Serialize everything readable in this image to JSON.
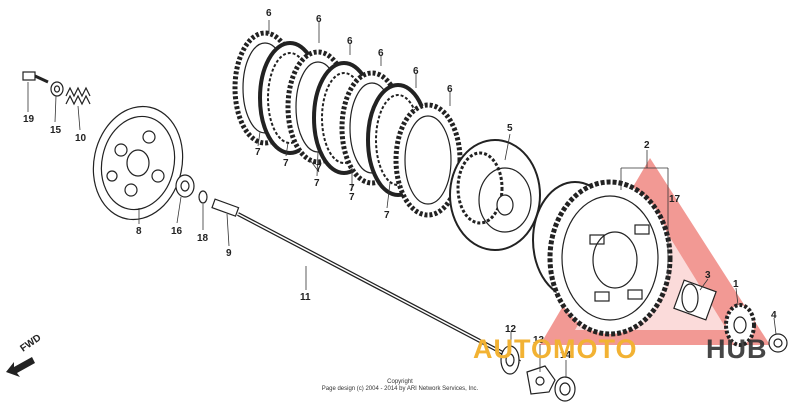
{
  "diagram": {
    "part_numbers": [
      "19",
      "15",
      "10",
      "8",
      "16",
      "18",
      "9",
      "11",
      "6",
      "6",
      "6",
      "6",
      "6",
      "6",
      "7",
      "7",
      "7",
      "7",
      "7",
      "7",
      "7",
      "5",
      "2",
      "17",
      "3",
      "1",
      "4",
      "12",
      "13",
      "14"
    ],
    "fwd_label": "FWD",
    "copyright_line1": "Copyright",
    "copyright_line2": "Page design (c) 2004 - 2014 by ARI Network Services, Inc.",
    "watermark": {
      "part1": "AUTOMOTO",
      "part2": "HUB",
      "colors": {
        "brand": "#e8453c",
        "accent": "#f2b233",
        "dark": "#333333"
      }
    }
  }
}
